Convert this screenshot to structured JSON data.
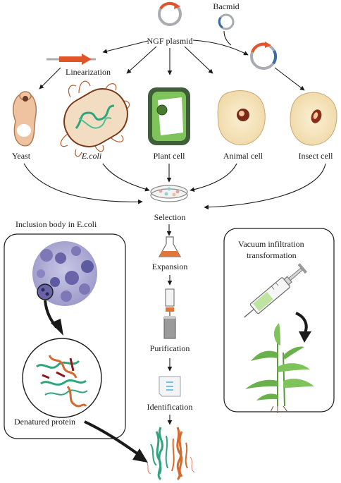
{
  "labels": {
    "bacmid": "Bacmid",
    "plasmid": "NGF plasmid",
    "linearization": "Linearization",
    "yeast": "Yeast",
    "ecoli": "E.coli",
    "plant_cell": "Plant cell",
    "animal_cell": "Animal cell",
    "insect_cell": "Insect cell",
    "selection": "Selection",
    "expansion": "Expansion",
    "purification": "Purification",
    "identification": "Identification",
    "inclusion_body": "Inclusion body in E.coli",
    "denatured_protein": "Denatured protein",
    "vacuum_line1": "Vacuum infiltration",
    "vacuum_line2": "transformation"
  },
  "colors": {
    "plasmid_orange": "#e0562a",
    "plasmid_gray": "#a9acb0",
    "bacmid_blue": "#3d6aa8",
    "yeast_fill": "#efc3a0",
    "ecoli_fill": "#f2ddc2",
    "plant_green": "#7fc45a",
    "plant_dark": "#3f5f3a",
    "cell_cream": "#f6e4bc",
    "protein_green": "#2fa57c",
    "protein_orange": "#d46a2d",
    "stain_purple": "#6a63a8"
  }
}
